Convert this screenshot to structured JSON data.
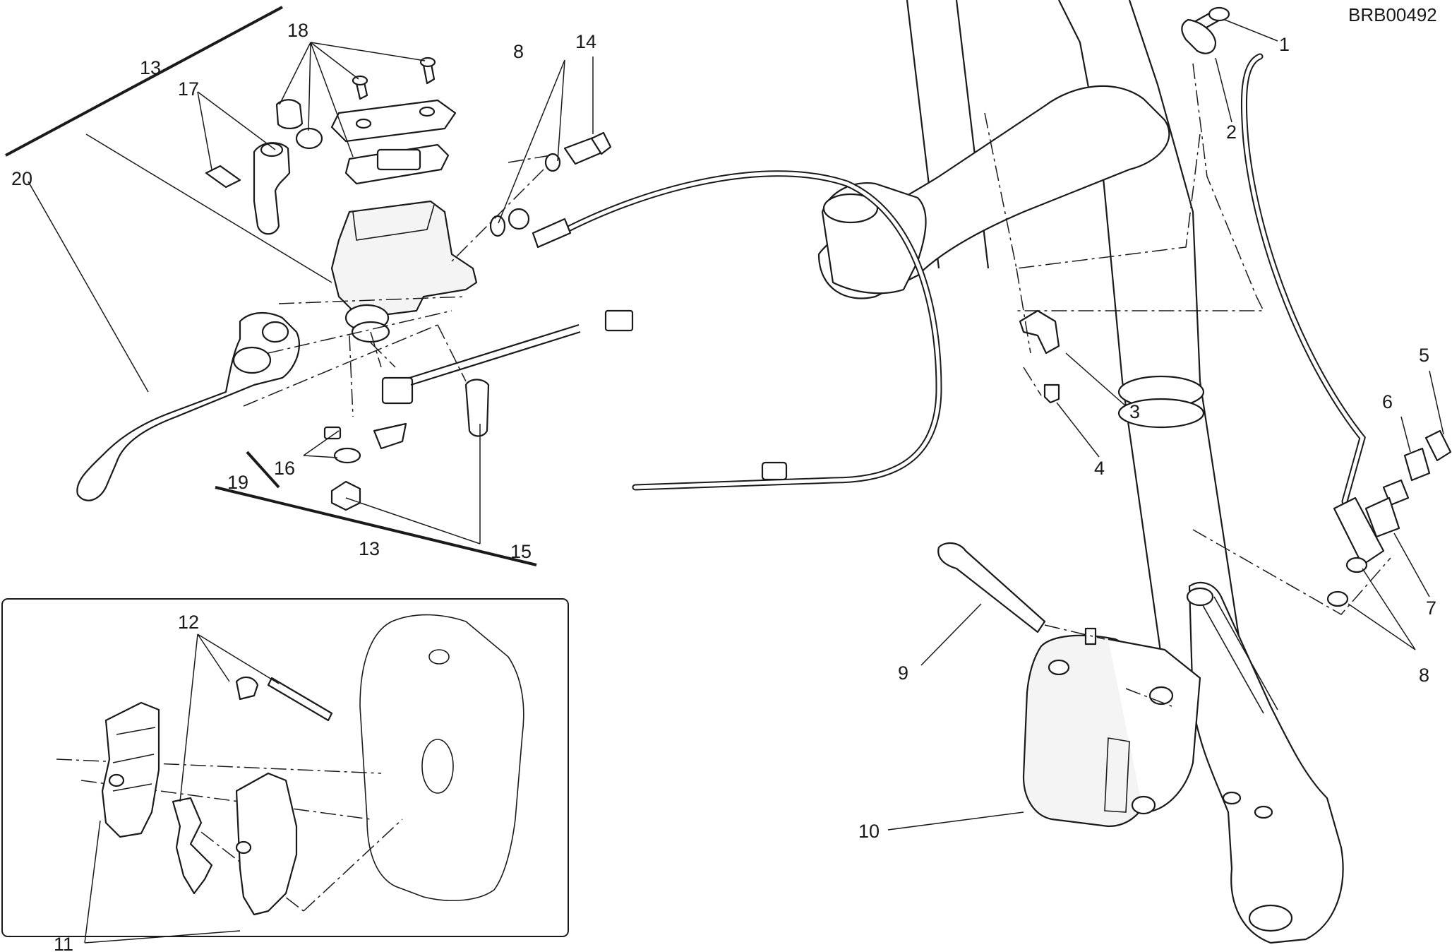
{
  "drawing_code": "BRB00492",
  "callouts": [
    {
      "id": "c1",
      "text": "1"
    },
    {
      "id": "c2",
      "text": "2"
    },
    {
      "id": "c3",
      "text": "3"
    },
    {
      "id": "c4",
      "text": "4"
    },
    {
      "id": "c5",
      "text": "5"
    },
    {
      "id": "c6",
      "text": "6"
    },
    {
      "id": "c7",
      "text": "7"
    },
    {
      "id": "c8a",
      "text": "8"
    },
    {
      "id": "c8b",
      "text": "8"
    },
    {
      "id": "c9",
      "text": "9"
    },
    {
      "id": "c10",
      "text": "10"
    },
    {
      "id": "c11",
      "text": "11"
    },
    {
      "id": "c12",
      "text": "12"
    },
    {
      "id": "c13a",
      "text": "13"
    },
    {
      "id": "c13b",
      "text": "13"
    },
    {
      "id": "c14",
      "text": "14"
    },
    {
      "id": "c15",
      "text": "15"
    },
    {
      "id": "c16",
      "text": "16"
    },
    {
      "id": "c17",
      "text": "17"
    },
    {
      "id": "c18",
      "text": "18"
    },
    {
      "id": "c19",
      "text": "19"
    },
    {
      "id": "c20",
      "text": "20"
    }
  ]
}
